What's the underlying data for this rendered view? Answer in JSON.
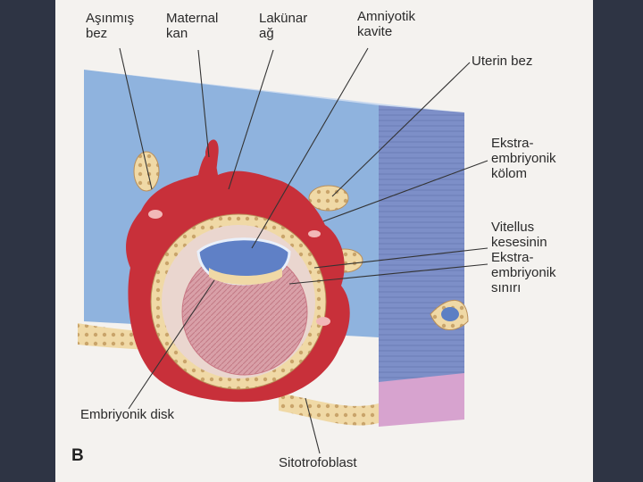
{
  "figure_letter": "B",
  "labels": {
    "asinmis_bez": "Aşınmış\nbez",
    "maternal_kan": "Maternal\nkan",
    "lakunar_ag": "Lakünar\nağ",
    "amniyotik_kavite": "Amniyotik\nkavite",
    "uterin_bez": "Uterin bez",
    "ekstra_kolom": "Ekstra-\nembriyonik\nkölom",
    "vitellus_sinir": "Vitellus\nkesesinin\nEkstra-\nembriyonik\nsınırı",
    "embriyonik_disk": "Embriyonik disk",
    "sitotrofoblast": "Sitotrofoblast"
  },
  "colors": {
    "background": "#2e3444",
    "tissue_blue": "#8fb3de",
    "trophoblast_red": "#c8303a",
    "cyto_yellow": "#f0d9a6",
    "inner_pink": "#d87f8a"
  }
}
